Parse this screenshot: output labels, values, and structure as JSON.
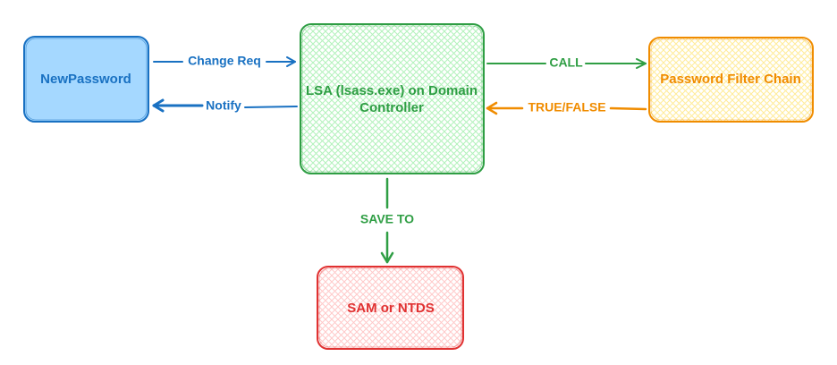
{
  "colors": {
    "blue_fill": "#a5d8ff",
    "blue_stroke": "#1971c2",
    "green_fill": "#b2f2bb",
    "green_stroke": "#2f9e44",
    "orange_fill": "#ffec99",
    "orange_stroke": "#f08c00",
    "red_fill": "#ffc9c9",
    "red_stroke": "#e03131"
  },
  "nodes": {
    "new_password": {
      "label": "NewPassword"
    },
    "lsa": {
      "label_line1": "LSA (lsass.exe) on Domain",
      "label_line2": "Controller"
    },
    "filter_chain": {
      "label": "Password Filter Chain"
    },
    "sam": {
      "label": "SAM or NTDS"
    }
  },
  "edges": {
    "change_req": {
      "label": "Change Req"
    },
    "notify": {
      "label": "Notify"
    },
    "call": {
      "label": "CALL"
    },
    "true_false": {
      "label": "TRUE/FALSE"
    },
    "save_to": {
      "label": "SAVE TO"
    }
  }
}
